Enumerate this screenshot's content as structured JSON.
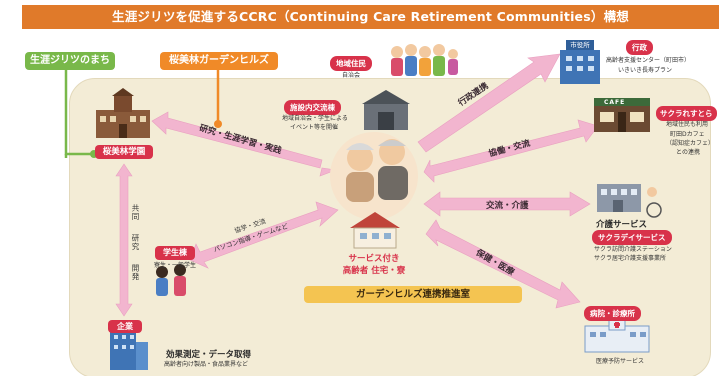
{
  "title": "生涯ジリツを促進するCCRC（Continuing Care Retirement Communities）構想",
  "left_tags": {
    "town": "生涯ジリツのまち",
    "gardenhills": "桜美林ガーデンヒルズ"
  },
  "chiiki": {
    "tag": "地域住民",
    "sub": "自治会"
  },
  "gyosei": {
    "building": "市役所",
    "tag": "行政",
    "line1": "高齢者支援センター（町田市）",
    "line2": "いきいき長寿プラン"
  },
  "shisetsu": {
    "tag": "施設内交流棟",
    "line1": "地域自治会・学生による",
    "line2": "イベント等を開催"
  },
  "cafe": {
    "sign": "CAFE",
    "tag": "サクラれすとら",
    "line1": "地域住民も利用",
    "line2": "町田Dカフェ",
    "line3": "（認知症カフェ）",
    "line4": "との連携"
  },
  "gakuen": {
    "tag": "桜美林学園"
  },
  "center": {
    "line1": "サービス付き",
    "line2": "高齢者 住宅・寮"
  },
  "arrows": {
    "kenkyu": "研究・生涯学習・実践",
    "gyosei_renkei": "行政連携",
    "kyodo": "協働・交流",
    "kouryu_kaigo": "交流・介護",
    "hoken": "保健・医療",
    "gakusei_a": "協学・交流",
    "gakusei_b": "パソコン指導・ゲームなど"
  },
  "kaigo": {
    "title": "介護サービス",
    "tag": "サクラデイサービス",
    "line1": "サクラ訪問介護ステーション",
    "line2": "サクラ居宅介護支援事業所"
  },
  "gakusei": {
    "tag": "学生棟",
    "sub": "寮生・一般学生"
  },
  "vertical": [
    "共同",
    "研究",
    "開発"
  ],
  "band": "ガーデンヒルズ連携推進室",
  "kigyo": {
    "tag": "企業",
    "title": "効果測定・データ取得",
    "sub": "高齢者向け製品・食品業界など"
  },
  "byoin": {
    "tag": "病院・診療所",
    "sub": "医療予防サービス"
  },
  "colors": {
    "title": "#e07a2a",
    "green": "#79b84a",
    "orange": "#f08a28",
    "pink_arrow": "#f2b5cf",
    "red_tag": "#d8324a",
    "band": "#f4c451"
  }
}
